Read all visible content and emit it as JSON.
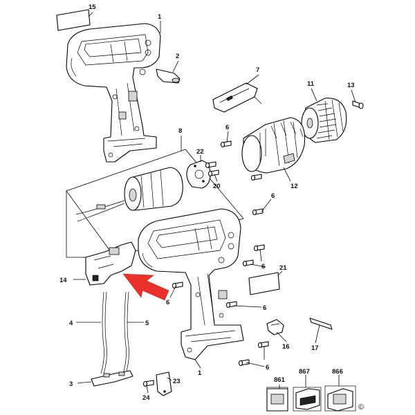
{
  "callouts": [
    {
      "id": "c15",
      "text": "15"
    },
    {
      "id": "c1a",
      "text": "1"
    },
    {
      "id": "c2",
      "text": "2"
    },
    {
      "id": "c7",
      "text": "7"
    },
    {
      "id": "c11",
      "text": "11"
    },
    {
      "id": "c13",
      "text": "13"
    },
    {
      "id": "c6a",
      "text": "6"
    },
    {
      "id": "c8",
      "text": "8"
    },
    {
      "id": "c22",
      "text": "22"
    },
    {
      "id": "c20",
      "text": "20"
    },
    {
      "id": "c12",
      "text": "12"
    },
    {
      "id": "c6b",
      "text": "6"
    },
    {
      "id": "c6c",
      "text": "6"
    },
    {
      "id": "c21",
      "text": "21"
    },
    {
      "id": "c14",
      "text": "14"
    },
    {
      "id": "c6d",
      "text": "6"
    },
    {
      "id": "c6e",
      "text": "6"
    },
    {
      "id": "c4",
      "text": "4"
    },
    {
      "id": "c5",
      "text": "5"
    },
    {
      "id": "c16",
      "text": "16"
    },
    {
      "id": "c17",
      "text": "17"
    },
    {
      "id": "c1b",
      "text": "1"
    },
    {
      "id": "c6f",
      "text": "6"
    },
    {
      "id": "c3",
      "text": "3"
    },
    {
      "id": "c23",
      "text": "23"
    },
    {
      "id": "c24",
      "text": "24"
    },
    {
      "id": "c861",
      "text": "861"
    },
    {
      "id": "c867",
      "text": "867"
    },
    {
      "id": "c866",
      "text": "866"
    }
  ],
  "copyright_symbol": "©",
  "colors": {
    "arrow": "#e8322b",
    "line": "#000000"
  }
}
